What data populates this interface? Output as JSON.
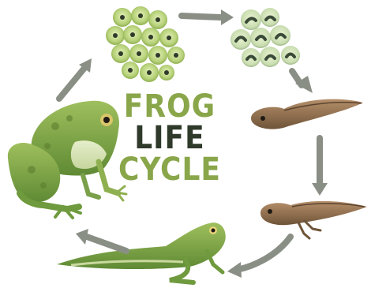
{
  "title": {
    "line1": "FROG",
    "line2": "LIFE",
    "line3": "CYCLE"
  },
  "colors": {
    "accent_green": "#8aa64a",
    "dark": "#2f3a2a",
    "arrow": "#8a8f86",
    "frog_body": "#7aa04a",
    "tadpole": "#8c6a4a"
  },
  "stages": [
    {
      "name": "egg-cluster-icon"
    },
    {
      "name": "embryo-cluster-icon"
    },
    {
      "name": "tadpole-icon"
    },
    {
      "name": "tadpole-with-legs-icon"
    },
    {
      "name": "froglet-icon"
    },
    {
      "name": "adult-frog-icon"
    }
  ]
}
